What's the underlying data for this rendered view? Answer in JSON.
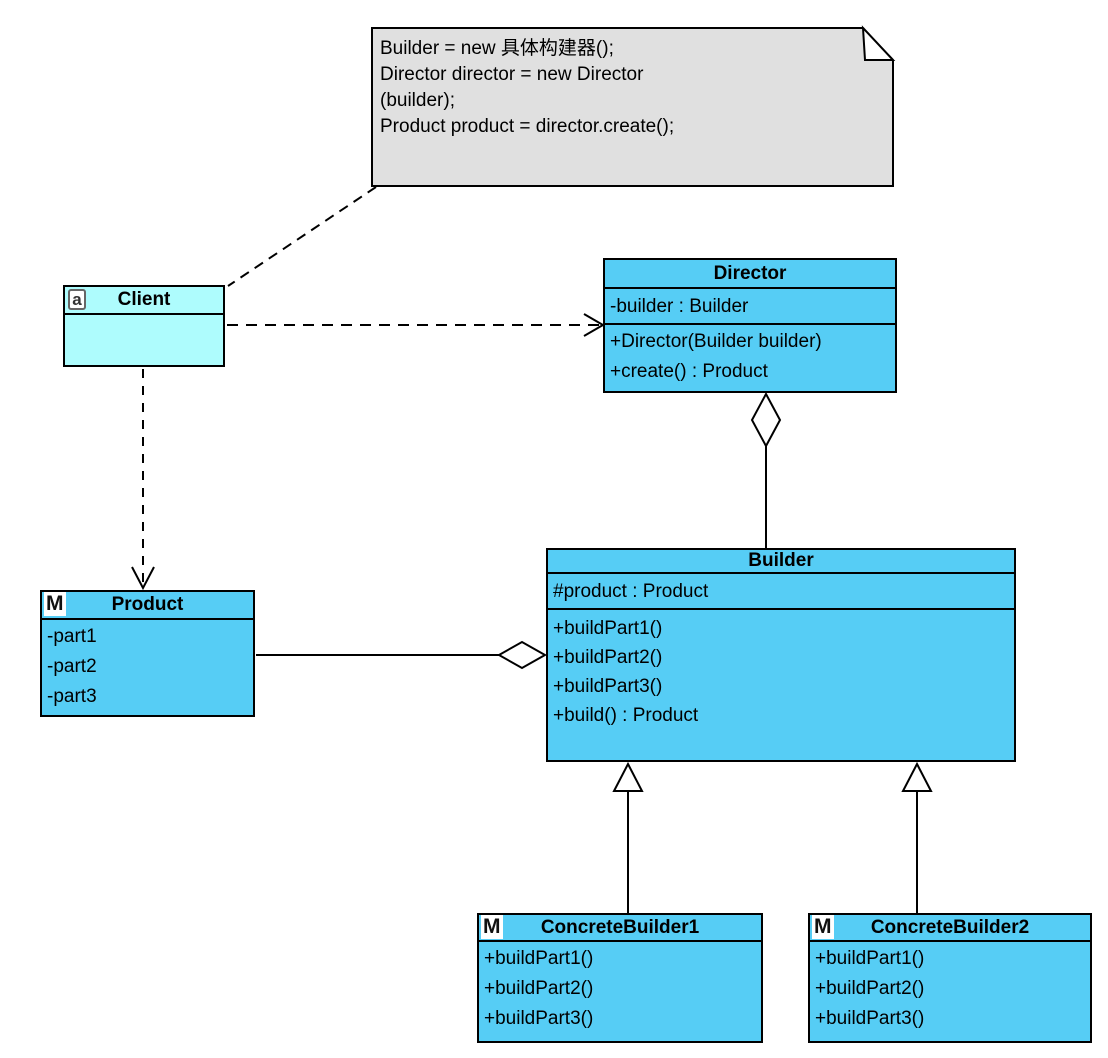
{
  "note": {
    "lines": [
      "Builder = new 具体构建器();",
      "Director director = new Director",
      "(builder);",
      "Product product = director.create();"
    ]
  },
  "classes": [
    {
      "id": "client",
      "badge": "a",
      "name": "Client",
      "attributes": [],
      "operations": []
    },
    {
      "id": "director",
      "name": "Director",
      "attributes": [
        "-builder : Builder"
      ],
      "operations": [
        "+Director(Builder builder)",
        "+create() : Product"
      ]
    },
    {
      "id": "product",
      "badge": "M",
      "name": "Product",
      "attributes": [
        "-part1",
        "-part2",
        "-part3"
      ],
      "operations": []
    },
    {
      "id": "builder",
      "name": "Builder",
      "attributes": [
        "#product : Product"
      ],
      "operations": [
        "+buildPart1()",
        "+buildPart2()",
        "+buildPart3()",
        "+build() : Product"
      ]
    },
    {
      "id": "concrete_builder1",
      "badge": "M",
      "name": "ConcreteBuilder1",
      "attributes": [],
      "operations": [
        "+buildPart1()",
        "+buildPart2()",
        "+buildPart3()"
      ]
    },
    {
      "id": "concrete_builder2",
      "badge": "M",
      "name": "ConcreteBuilder2",
      "attributes": [],
      "operations": [
        "+buildPart1()",
        "+buildPart2()",
        "+buildPart3()"
      ]
    }
  ],
  "relationships": [
    {
      "type": "note-anchor",
      "from": "note",
      "to": "Client",
      "line": "dashed"
    },
    {
      "type": "dependency",
      "from": "Client",
      "to": "Director",
      "line": "dashed-open-arrow"
    },
    {
      "type": "dependency",
      "from": "Client",
      "to": "Product",
      "line": "dashed-open-arrow"
    },
    {
      "type": "aggregation",
      "from": "Director",
      "to": "Builder",
      "diamond_at": "Director"
    },
    {
      "type": "aggregation",
      "from": "Builder",
      "to": "Product",
      "diamond_at": "Builder"
    },
    {
      "type": "generalization",
      "from": "ConcreteBuilder1",
      "to": "Builder"
    },
    {
      "type": "generalization",
      "from": "ConcreteBuilder2",
      "to": "Builder"
    }
  ],
  "colors": {
    "class_fill": "#56cdf5",
    "client_fill": "#aefcfd",
    "note_fill": "#e0e0e0",
    "note_fold_fill": "#ffffff",
    "line_color": "#000000",
    "background": "#ffffff"
  }
}
